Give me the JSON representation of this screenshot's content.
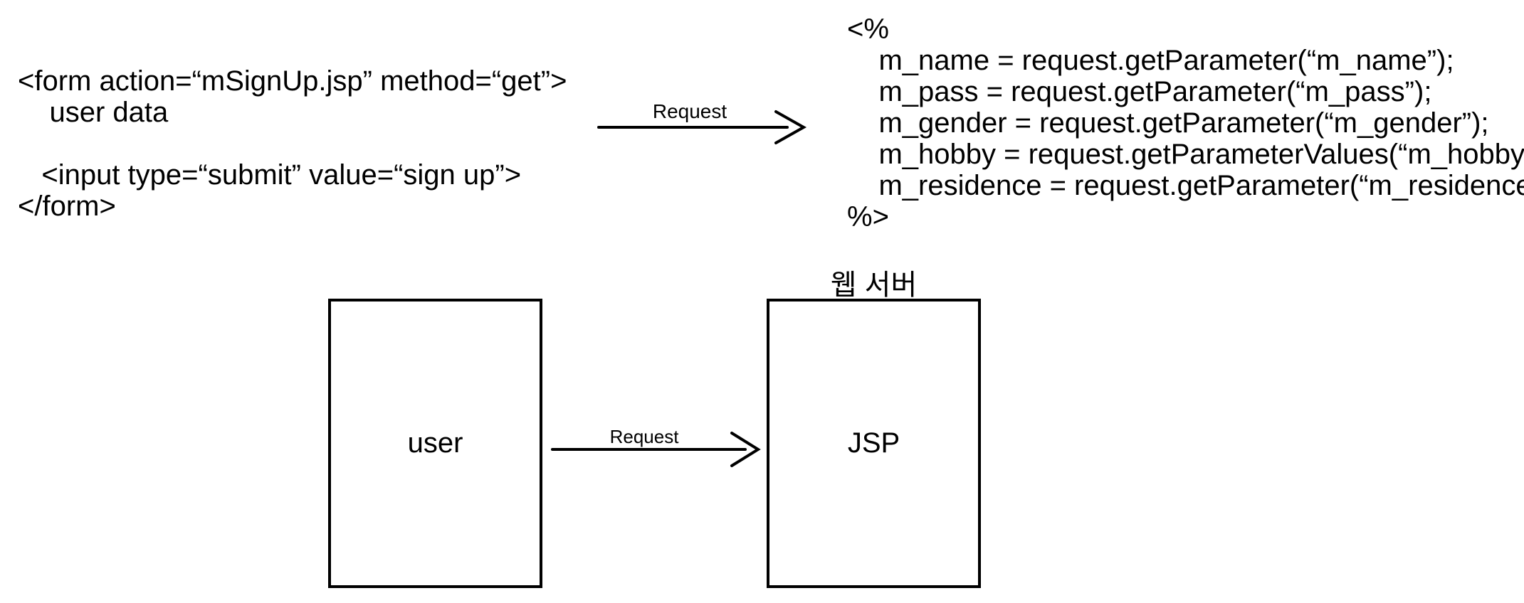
{
  "left_code": {
    "text": "<form action=“mSignUp.jsp” method=“get”>\n    user data\n\n   <input type=“submit” value=“sign up”>\n</form>"
  },
  "right_code": {
    "text": "<%\n    m_name = request.getParameter(“m_name”);\n    m_pass = request.getParameter(“m_pass”);\n    m_gender = request.getParameter(“m_gender”);\n    m_hobby = request.getParameterValues(“m_hobby”);\n    m_residence = request.getParameter(“m_residence”);\n%>"
  },
  "arrows": {
    "top_label": "Request",
    "bottom_label": "Request"
  },
  "boxes": {
    "user_label": "user",
    "jsp_label": "JSP",
    "server_caption": "웹 서버"
  },
  "colors": {
    "ink": "#000000",
    "background": "#ffffff"
  }
}
